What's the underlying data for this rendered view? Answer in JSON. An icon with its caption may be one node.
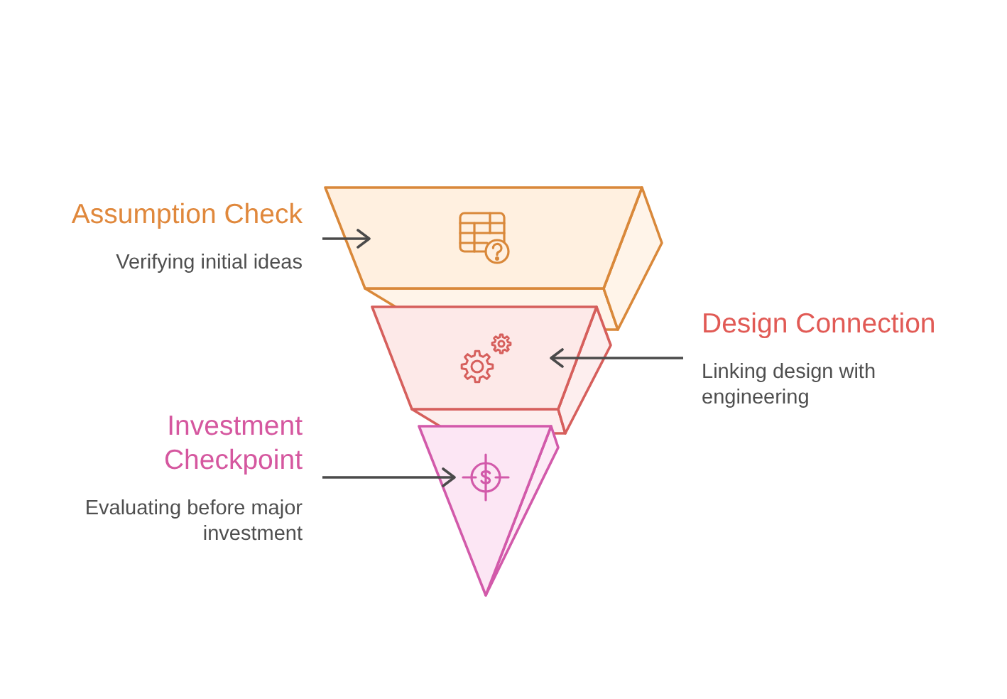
{
  "diagram": {
    "nodes": [
      {
        "text": [
          "Assumption Check",
          "Verifying initial ideas"
        ]
      },
      {
        "text": [],
        "shape": "trapezoid"
      },
      {
        "text": [
          "Design Connection",
          "Linking design with engineering"
        ]
      },
      {
        "text": [],
        "shape": "trapezoid"
      },
      {
        "text": [
          "Investment Checkpoint",
          "Evaluating before major investment"
        ]
      },
      {
        "text": [],
        "shape": "triangle"
      }
    ],
    "edges": [
      {
        "from": 0,
        "to": 1,
        "arrow": "to"
      },
      {
        "from": 2,
        "to": 3,
        "arrow": "to"
      },
      {
        "from": 4,
        "to": 5,
        "arrow": "to"
      }
    ]
  }
}
